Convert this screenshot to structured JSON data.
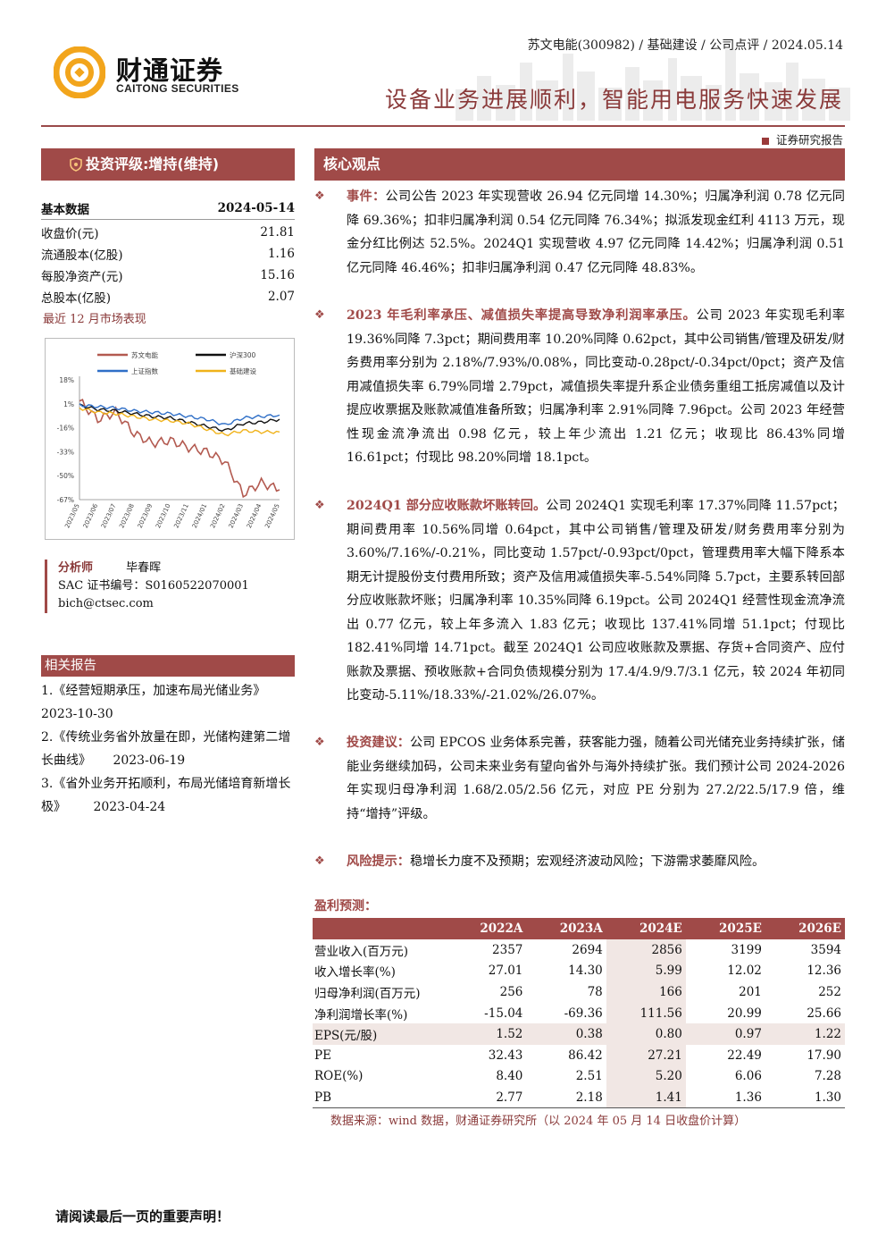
{
  "brand": {
    "name_cn": "财通证券",
    "name_en": "CAITONG SECURITIES",
    "color": "#a04a48",
    "logo_color": "#f2a51c"
  },
  "header": {
    "meta": "苏文电能(300982) / 基础建设 / 公司点评 / 2024.05.14",
    "title": "设备业务进展顺利，智能用电服务快速发展",
    "doc_type": "证券研究报告"
  },
  "rating": {
    "label": "投资评级:增持(维持)"
  },
  "basic": {
    "head_label": "基本数据",
    "head_date": "2024-05-14",
    "rows": [
      {
        "k": "收盘价(元)",
        "v": "21.81"
      },
      {
        "k": "流通股本(亿股)",
        "v": "1.16"
      },
      {
        "k": "每股净资产(元)",
        "v": "15.16"
      },
      {
        "k": "总股本(亿股)",
        "v": "2.07"
      }
    ],
    "market_label": "最近 12 月市场表现"
  },
  "chart_data": {
    "type": "line",
    "legend": [
      "苏文电能",
      "沪深300",
      "上证指数",
      "基础建设"
    ],
    "colors": [
      "#b35a50",
      "#111111",
      "#2f6fc7",
      "#f0b21a"
    ],
    "ytick_labels": [
      "18%",
      "1%",
      "-16%",
      "-33%",
      "-50%",
      "-67%"
    ],
    "ylim": [
      -67,
      18
    ],
    "x": [
      "2023/05",
      "2023/06",
      "2023/07",
      "2023/08",
      "2023/09",
      "2023/10",
      "2023/11",
      "2024/01",
      "2024/02",
      "2024/03",
      "2024/04",
      "2024/05"
    ],
    "series": [
      {
        "name": "苏文电能",
        "values": [
          3,
          -10,
          -5,
          -20,
          -27,
          -25,
          -30,
          -33,
          -40,
          -63,
          -55,
          -60
        ]
      },
      {
        "name": "沪深300",
        "values": [
          0,
          -3,
          -4,
          -6,
          -8,
          -9,
          -12,
          -15,
          -18,
          -13,
          -12,
          -10
        ]
      },
      {
        "name": "上证指数",
        "values": [
          0,
          -1,
          -2,
          -4,
          -5,
          -6,
          -8,
          -10,
          -14,
          -9,
          -8,
          -7
        ]
      },
      {
        "name": "基础建设",
        "values": [
          -2,
          -5,
          -6,
          -8,
          -10,
          -11,
          -13,
          -17,
          -21,
          -18,
          -19,
          -19
        ]
      }
    ]
  },
  "analyst": {
    "label": "分析师",
    "name": "毕春晖",
    "cert": "SAC 证书编号：S0160522070001",
    "email": "bich@ctsec.com"
  },
  "related": {
    "title": "相关报告",
    "items": [
      {
        "text": "1.《经营短期承压，加速布局光储业务》",
        "date": "2023-10-30"
      },
      {
        "text": "2.《传统业务省外放量在即，光储构建第二增长曲线》",
        "date": "2023-06-19"
      },
      {
        "text": "3.《省外业务开拓顺利，布局光储培育新增长极》",
        "date": "2023-04-24"
      }
    ]
  },
  "core": {
    "title": "核心观点",
    "bullet": "❖",
    "paras": [
      {
        "lead": "事件：",
        "text": "公司公告 2023 年实现营收 26.94 亿元同增 14.30%；归属净利润 0.78 亿元同降 69.36%；扣非归属净利润 0.54 亿元同降 76.34%；拟派发现金红利 4113 万元，现金分红比例达 52.5%。2024Q1 实现营收 4.97 亿元同降 14.42%；归属净利润 0.51 亿元同降 46.46%；扣非归属净利润 0.47 亿元同降 48.83%。"
      },
      {
        "lead": "2023 年毛利率承压、减值损失率提高导致净利润率承压。",
        "text": "公司 2023 年实现毛利率 19.36%同降 7.3pct；期间费用率 10.20%同降 0.62pct，其中公司销售/管理及研发/财务费用率分别为 2.18%/7.93%/0.08%，同比变动-0.28pct/-0.34pct/0pct；资产及信用减值损失率 6.79%同增 2.79pct，减值损失率提升系企业债务重组工抵房减值以及计提应收票据及账款减值准备所致；归属净利率 2.91%同降 7.96pct。公司 2023 年经营性现金流净流出 0.98 亿元，较上年少流出 1.21 亿元；收现比 86.43%同增 16.61pct；付现比 98.20%同增 18.1pct。"
      },
      {
        "lead": "2024Q1 部分应收账款坏账转回。",
        "text": "公司 2024Q1 实现毛利率 17.37%同降 11.57pct；期间费用率 10.56%同增 0.64pct，其中公司销售/管理及研发/财务费用率分别为 3.60%/7.16%/-0.21%，同比变动 1.57pct/-0.93pct/0pct，管理费用率大幅下降系本期无计提股份支付费用所致；资产及信用减值损失率-5.54%同降 5.7pct，主要系转回部分应收账款坏账；归属净利率 10.35%同降 6.19pct。公司 2024Q1 经营性现金流净流出 0.77 亿元，较上年多流入 1.83 亿元；收现比 137.41%同增 51.1pct；付现比 182.41%同增 14.71pct。截至 2024Q1 公司应收账款及票据、存货+合同资产、应付账款及票据、预收账款+合同负债规模分别为 17.4/4.9/9.7/3.1 亿元，较 2024 年初同比变动-5.11%/18.33%/-21.02%/26.07%。"
      },
      {
        "lead": "投资建议：",
        "text": "公司 EPCOS 业务体系完善，获客能力强，随着公司光储充业务持续扩张，储能业务继续加码，公司未来业务有望向省外与海外持续扩张。我们预计公司 2024-2026 年实现归母净利润 1.68/2.05/2.56 亿元，对应 PE 分别为 27.2/22.5/17.9 倍，维持“增持”评级。"
      },
      {
        "lead": "风险提示：",
        "text": "稳增长力度不及预期；宏观经济波动风险；下游需求萎靡风险。"
      }
    ]
  },
  "forecast": {
    "title": "盈利预测：",
    "columns": [
      "",
      "2022A",
      "2023A",
      "2024E",
      "2025E",
      "2026E"
    ],
    "rows": [
      [
        "营业收入(百万元)",
        "2357",
        "2694",
        "2856",
        "3199",
        "3594"
      ],
      [
        "收入增长率(%)",
        "27.01",
        "14.30",
        "5.99",
        "12.02",
        "12.36"
      ],
      [
        "归母净利润(百万元)",
        "256",
        "78",
        "166",
        "201",
        "252"
      ],
      [
        "净利润增长率(%)",
        "-15.04",
        "-69.36",
        "111.56",
        "20.99",
        "25.66"
      ],
      [
        "EPS(元/股)",
        "1.52",
        "0.38",
        "0.80",
        "0.97",
        "1.22"
      ],
      [
        "PE",
        "32.43",
        "86.42",
        "27.21",
        "22.49",
        "17.90"
      ],
      [
        "ROE(%)",
        "8.40",
        "2.51",
        "5.20",
        "6.06",
        "7.28"
      ],
      [
        "PB",
        "2.77",
        "2.18",
        "1.41",
        "1.36",
        "1.30"
      ]
    ],
    "source": "数据来源：wind 数据，财通证券研究所（以 2024 年 05 月 14 日收盘价计算）"
  },
  "footer": {
    "text": "请阅读最后一页的重要声明！"
  }
}
